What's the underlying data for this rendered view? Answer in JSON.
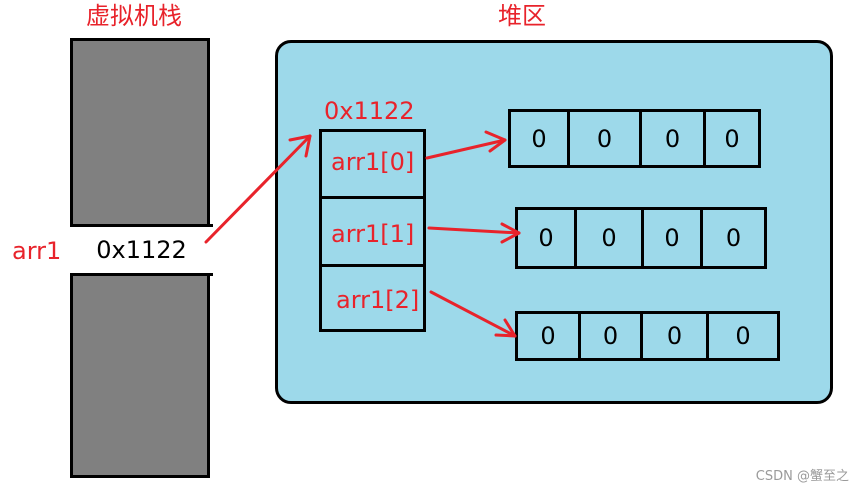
{
  "stack": {
    "title": "虚拟机栈",
    "var_name": "arr1",
    "cell_value": "0x1122"
  },
  "heap": {
    "title": "堆区",
    "address": "0x1122",
    "refs": [
      "arr1[0]",
      "arr1[1]",
      "arr1[2]"
    ],
    "rows": [
      [
        "0",
        "0",
        "0",
        "0"
      ],
      [
        "0",
        "0",
        "0",
        "0"
      ],
      [
        "0",
        "0",
        "0",
        "0"
      ]
    ]
  },
  "colors": {
    "arrow": "#e8232b",
    "heap_bg": "#9dd9ea",
    "stack_bg": "#808080"
  },
  "watermark": "CSDN @蟹至之"
}
